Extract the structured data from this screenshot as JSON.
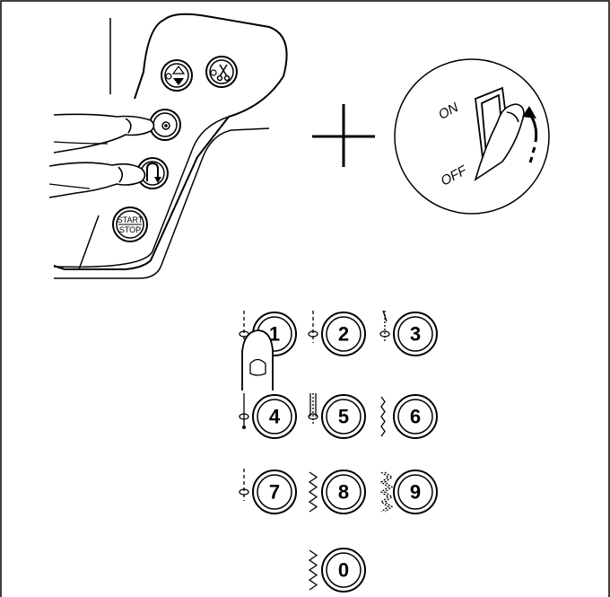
{
  "panel": {
    "start_stop_top": "START",
    "start_stop_bottom": "STOP"
  },
  "switch": {
    "on_label": "ON",
    "off_label": "OFF"
  },
  "plus_sign": "+",
  "pattern_buttons": [
    {
      "digit": "1",
      "icon": "straight-stitch-left-icon"
    },
    {
      "digit": "2",
      "icon": "straight-stitch-center-icon"
    },
    {
      "digit": "3",
      "icon": "triple-stretch-stitch-icon"
    },
    {
      "digit": "4",
      "icon": "lock-stitch-icon"
    },
    {
      "digit": "5",
      "icon": "bartack-stitch-icon"
    },
    {
      "digit": "6",
      "icon": "zigzag-stitch-icon"
    },
    {
      "digit": "7",
      "icon": "basting-stitch-icon"
    },
    {
      "digit": "8",
      "icon": "wide-zigzag-stitch-icon"
    },
    {
      "digit": "9",
      "icon": "multi-zigzag-stitch-icon"
    },
    {
      "digit": "0",
      "icon": "overcast-stitch-icon"
    }
  ]
}
